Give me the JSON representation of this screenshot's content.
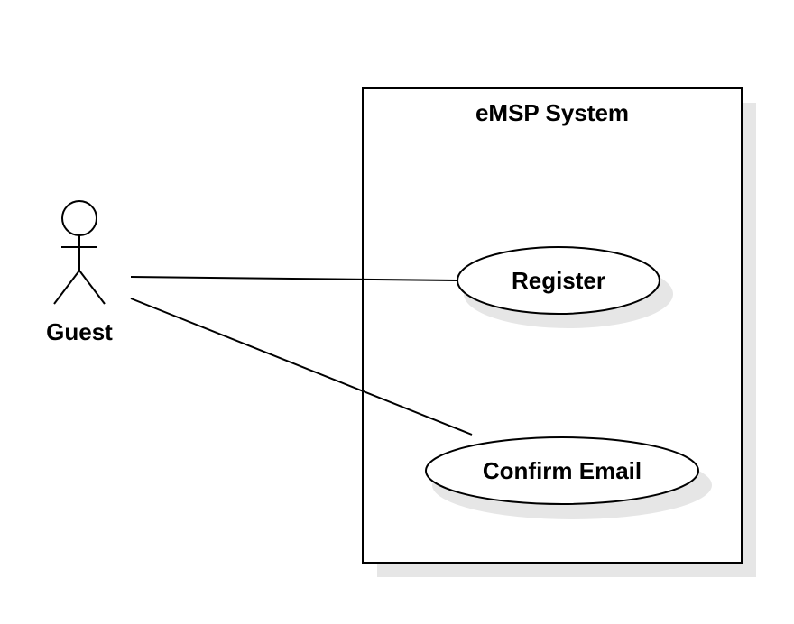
{
  "diagram": {
    "system_boundary": {
      "title": "eMSP System"
    },
    "actors": [
      {
        "label": "Guest"
      }
    ],
    "use_cases": [
      {
        "label": "Register"
      },
      {
        "label": "Confirm Email"
      }
    ],
    "associations": [
      {
        "from": "Guest",
        "to": "Register"
      },
      {
        "from": "Guest",
        "to": "Confirm Email"
      }
    ],
    "colors": {
      "stroke": "#000000",
      "fill": "#ffffff",
      "shadow": "#e6e6e6"
    }
  }
}
